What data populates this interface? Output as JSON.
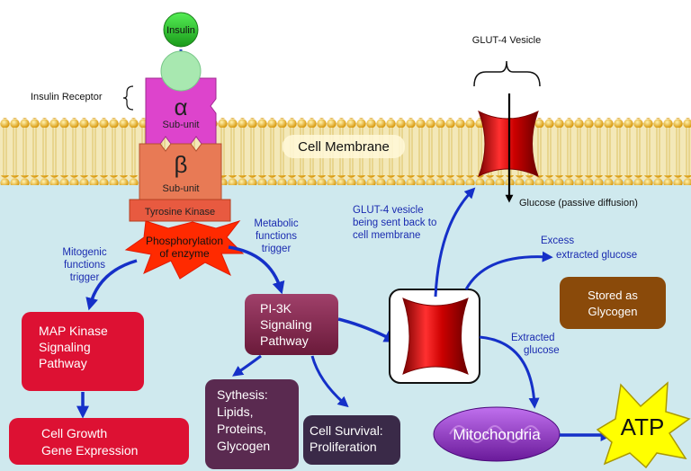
{
  "labels": {
    "insulin": "Insulin",
    "insulin_receptor": "Insulin Receptor",
    "alpha_symbol": "α",
    "alpha_sub": "Sub-unit",
    "beta_symbol": "β",
    "beta_sub": "Sub-unit",
    "tyrosine_kinase": "Tyrosine Kinase",
    "phosphorylation_l1": "Phosphorylation",
    "phosphorylation_l2": "of enzyme",
    "cell_membrane": "Cell Membrane",
    "glut4_vesicle": "GLUT-4 Vesicle",
    "glucose_passive": "Glucose (passive diffusion)",
    "glut4_back_l1": "GLUT-4 vesicle",
    "glut4_back_l2": "being sent back to",
    "glut4_back_l3": "cell membrane",
    "metabolic_l1": "Metabolic",
    "metabolic_l2": "functions",
    "metabolic_l3": "trigger",
    "mitogenic_l1": "Mitogenic",
    "mitogenic_l2": "functions",
    "mitogenic_l3": "trigger",
    "map_kinase_l1": "MAP Kinase",
    "map_kinase_l2": "Signaling",
    "map_kinase_l3": "Pathway",
    "cell_growth_l1": "Cell Growth",
    "cell_growth_l2": "Gene Expression",
    "pi3k_l1": "PI-3K",
    "pi3k_l2": "Signaling",
    "pi3k_l3": "Pathway",
    "synthesis_l1": "Sythesis:",
    "synthesis_l2": "Lipids,",
    "synthesis_l3": "Proteins,",
    "synthesis_l4": "Glycogen",
    "survival_l1": "Cell Survival:",
    "survival_l2": "Proliferation",
    "excess_l1": "Excess",
    "excess_l2": "extracted glucose",
    "stored_l1": "Stored as",
    "stored_l2": "Glycogen",
    "extracted_l1": "Extracted",
    "extracted_l2": "glucose",
    "mitochondria": "Mitochondria",
    "atp": "ATP"
  },
  "colors": {
    "cytoplasm": "#cfe9ee",
    "membrane_head": "#e0b540",
    "alpha": "#dd44cc",
    "beta": "#e87a55",
    "tyrosine": "#e85a40",
    "phospho_star": "#ff2a00",
    "arrow": "#1530c8",
    "map_box": "#dd1133",
    "growth_box": "#dd1133",
    "pi3k_box": "#8a2a4a",
    "synth_box": "#5a2a50",
    "survival_box": "#3a2a48",
    "stored_box": "#8a4a0a",
    "mitochondria": "#9a44cc",
    "atp_star": "#ffff00",
    "glut4": "#cc1111"
  }
}
